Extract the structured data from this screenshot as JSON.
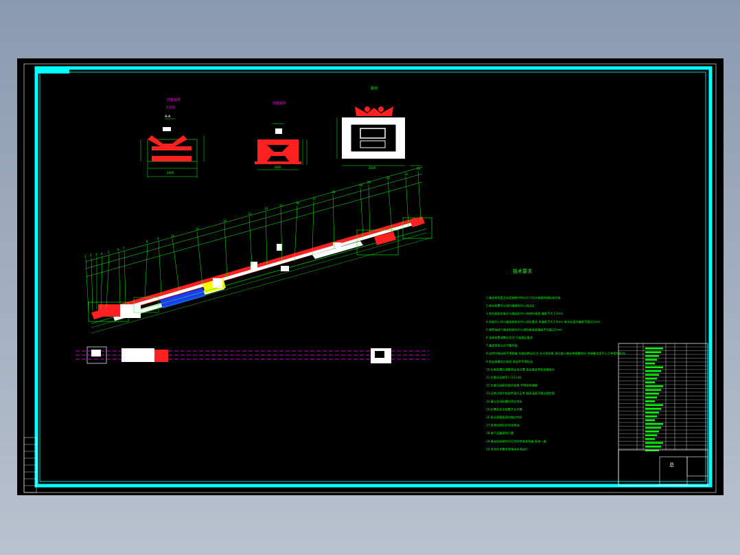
{
  "drawing": {
    "section_label": "A-A",
    "view_a_title": "托辊组件",
    "view_b_title": "托辊组件",
    "view_c_title": "驱动",
    "notes_title": "技术要求",
    "notes": [
      "1.输送带宽度及长度按图中所示尺寸设计制造并按标准验收",
      "2.驱动装置中心线与输送机中心线对正",
      "3.各托辊组安装应与输送机中心线保持垂直 偏差不大于3mm",
      "4.机架中心线与输送机纵向中心线应重合 其偏差不大于3mm 每米长度内偏差不超过1mm",
      "5.滚筒轴线与输送机纵向中心线的垂直度偏差不应超过2mm",
      "6.张紧装置调整应灵活 行程满足要求",
      "7.输送带接头应平整牢固",
      "8.运转时输送带不得跑偏 托辊应转动灵活 无卡阻现象 清扫器与输送带接触良好 其接触长度不小于带宽的85%",
      "9.各连接螺栓应紧固 紧固件不得松动",
      "10.拉紧装置应调整到适当位置 保证输送带有足够张力",
      "11.空载试运转不少于2小时",
      "12.负载试运转应逐步加载 不得突然满载",
      "13.运转过程中各部件温升正常 轴承温度不超过规定值",
      "14.漏斗及导料槽应密封良好",
      "15.护罩及安全装置齐全可靠",
      "16.驱动滚筒表面包胶应完好",
      "17.各滑动部位应涂润滑油",
      "18.电气设备接地可靠",
      "19.输送机安装完毕后涂防锈底漆两遍 面漆一遍",
      "20.其余技术要求按相关标准执行"
    ],
    "dims": {
      "a_width": "1400",
      "a_height": "1200",
      "b_width": "1200",
      "c_width": "2100"
    },
    "balloons": [
      "1",
      "2",
      "3",
      "4",
      "5",
      "6",
      "7",
      "8",
      "9",
      "10",
      "11",
      "12",
      "13",
      "14",
      "15",
      "16",
      "17",
      "18",
      "19",
      "20",
      "21",
      "22",
      "23",
      "24",
      "25",
      "26",
      "27",
      "28"
    ],
    "title_block": {
      "mark": "总"
    }
  },
  "colors": {
    "frame": "#00ffff",
    "lines": "#00ff00",
    "belt": "#ff2020",
    "hl_white": "#ffffff",
    "magenta": "#ff00ff",
    "blue": "#1a3cff",
    "yellow": "#ffff00"
  }
}
